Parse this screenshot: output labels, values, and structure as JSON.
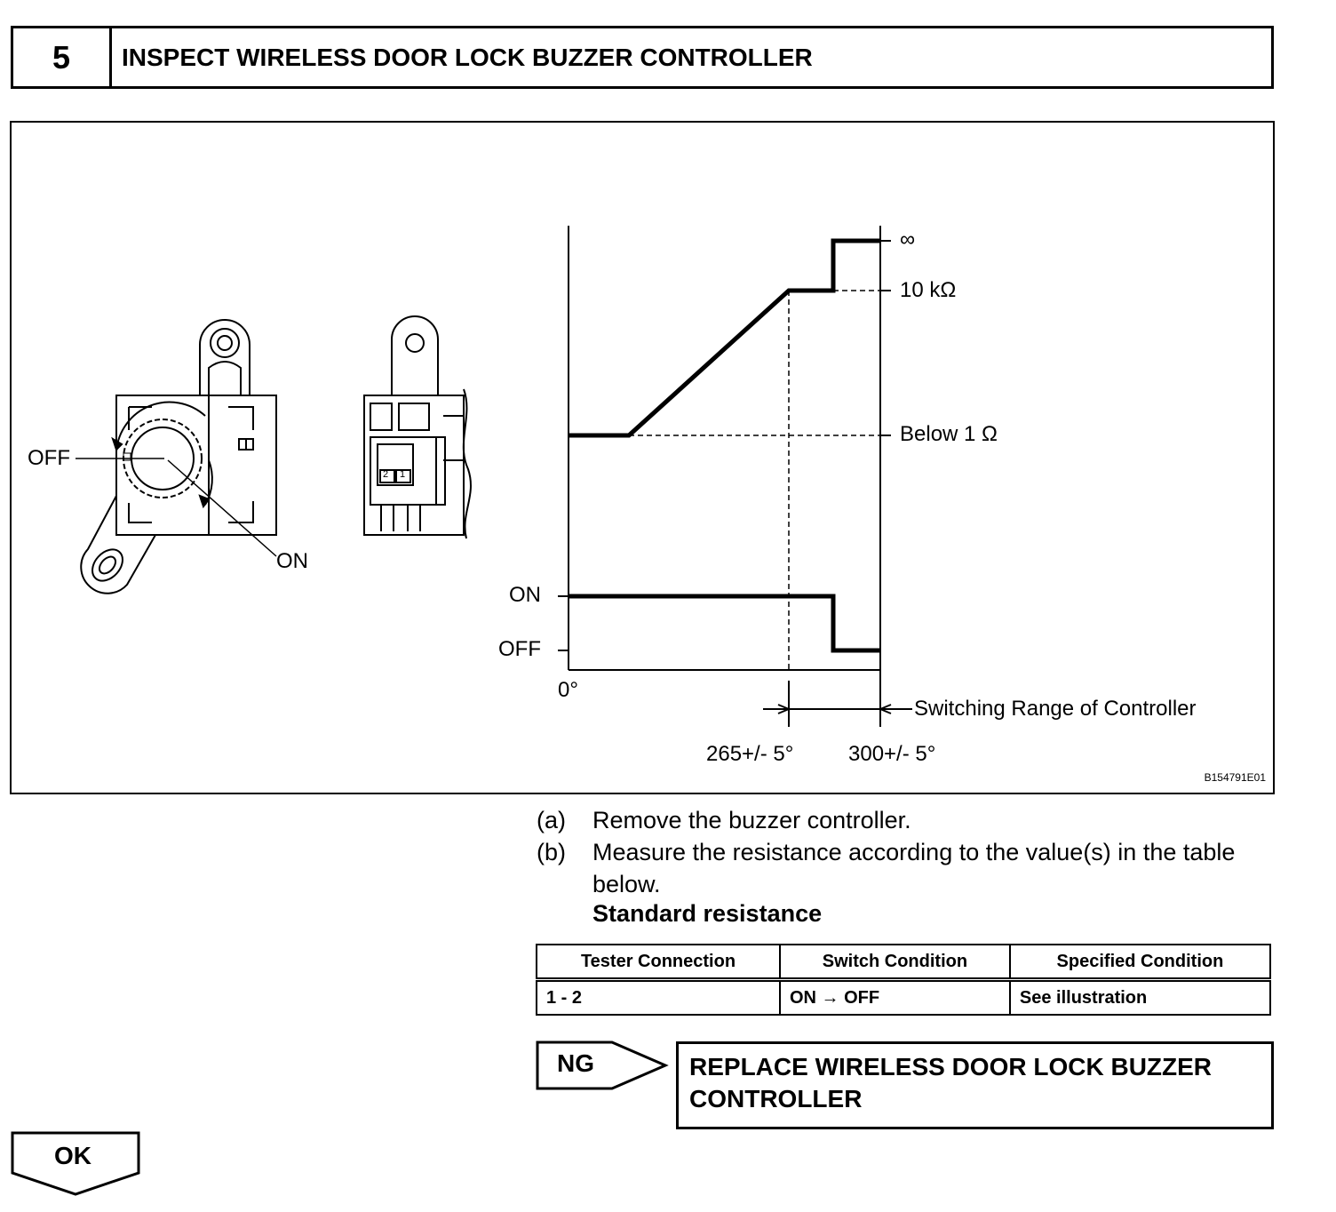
{
  "step": {
    "number": "5",
    "title": "INSPECT WIRELESS DOOR LOCK BUZZER CONTROLLER"
  },
  "figure": {
    "labels": {
      "off_left": "OFF",
      "on_left": "ON",
      "connector_pin_2": "2",
      "connector_pin_1": "1",
      "infinity": "∞",
      "ten_kohm": "10 kΩ",
      "below_1_ohm": "Below 1 Ω",
      "on_axis": "ON",
      "off_axis": "OFF",
      "zero_deg": "0°",
      "switching_range": "Switching Range of Controller",
      "angle_265": "265+/- 5°",
      "angle_300": "300+/- 5°"
    },
    "id": "B154791E01"
  },
  "instructions": [
    {
      "tag": "(a)",
      "text": "Remove the buzzer controller."
    },
    {
      "tag": "(b)",
      "text": "Measure the resistance according to the value(s) in the table below."
    }
  ],
  "standard_heading": "Standard resistance",
  "table": {
    "headers": [
      "Tester Connection",
      "Switch Condition",
      "Specified Condition"
    ],
    "rows": [
      [
        "1 - 2",
        "ON → OFF",
        "See illustration"
      ]
    ]
  },
  "ng": {
    "label": "NG",
    "result_line1": "REPLACE WIRELESS DOOR LOCK BUZZER",
    "result_line2": "CONTROLLER"
  },
  "ok": {
    "label": "OK"
  }
}
